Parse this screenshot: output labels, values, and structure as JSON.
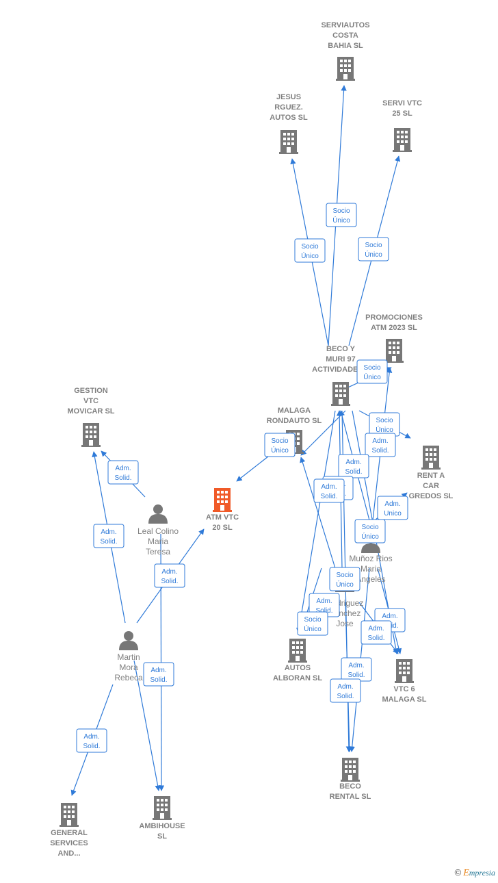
{
  "colors": {
    "edge": "#2f7ad8",
    "node": "#777777",
    "focus": "#f05a28"
  },
  "nodes": [
    {
      "id": "serviautos",
      "type": "company",
      "lines": [
        "SERVIAUTOS",
        "COSTA",
        "BAHIA  SL"
      ]
    },
    {
      "id": "jesus",
      "type": "company",
      "lines": [
        "JESUS",
        "RGUEZ.",
        "AUTOS  SL"
      ]
    },
    {
      "id": "servi25",
      "type": "company",
      "lines": [
        "SERVI VTC",
        "25  SL"
      ]
    },
    {
      "id": "promociones",
      "type": "company",
      "lines": [
        "PROMOCIONES",
        "ATM 2023  SL"
      ]
    },
    {
      "id": "beco_muri",
      "type": "company",
      "lines": [
        "BECO Y",
        "MURI 97",
        "ACTIVIDADES..."
      ]
    },
    {
      "id": "gestion",
      "type": "company",
      "lines": [
        "GESTION",
        "VTC",
        "MOVICAR  SL"
      ]
    },
    {
      "id": "malaga_rondauto",
      "type": "company",
      "lines": [
        "MALAGA",
        "RONDAUTO  SL"
      ]
    },
    {
      "id": "rent_car",
      "type": "company",
      "lines": [
        "RENT A",
        "CAR",
        "GREDOS  SL"
      ]
    },
    {
      "id": "atm",
      "type": "focus",
      "lines": [
        "ATM VTC",
        "20  SL"
      ]
    },
    {
      "id": "leal",
      "type": "person",
      "lines": [
        "Leal Colino",
        "Maria",
        "Teresa"
      ]
    },
    {
      "id": "munoz",
      "type": "person",
      "lines": [
        "Muñoz Rios",
        "Maria",
        "Angeles"
      ]
    },
    {
      "id": "rodriguez",
      "type": "person",
      "lines": [
        "Rodriguez",
        "Sanchez",
        "Jose"
      ]
    },
    {
      "id": "martin",
      "type": "person",
      "lines": [
        "Martin",
        "Mora",
        "Rebeca"
      ]
    },
    {
      "id": "autos_alboran",
      "type": "company",
      "lines": [
        "AUTOS",
        "ALBORAN  SL"
      ]
    },
    {
      "id": "vtc6",
      "type": "company",
      "lines": [
        "VTC 6",
        "MALAGA  SL"
      ]
    },
    {
      "id": "beco_rental",
      "type": "company",
      "lines": [
        "BECO",
        "RENTAL  SL"
      ]
    },
    {
      "id": "general",
      "type": "company",
      "lines": [
        "GENERAL",
        "SERVICES",
        "AND..."
      ]
    },
    {
      "id": "ambihouse",
      "type": "company",
      "lines": [
        "AMBIHOUSE",
        "SL"
      ]
    }
  ],
  "edge_labels": {
    "socio_unico": [
      "Socio",
      "Único"
    ],
    "adm_solid": [
      "Adm.",
      "Solid."
    ],
    "adm_unico": [
      "Adm.",
      "Unico"
    ]
  },
  "edges": [
    {
      "from": "beco_muri",
      "to": "serviautos",
      "label": "socio_unico"
    },
    {
      "from": "beco_muri",
      "to": "jesus",
      "label": "socio_unico"
    },
    {
      "from": "beco_muri",
      "to": "servi25",
      "label": "socio_unico"
    },
    {
      "from": "beco_muri",
      "to": "promociones",
      "label": "socio_unico"
    },
    {
      "from": "beco_muri",
      "to": "rent_car",
      "label": "socio_unico"
    },
    {
      "from": "beco_muri",
      "to": "malaga_rondauto",
      "label": "socio_unico"
    },
    {
      "from": "malaga_rondauto",
      "to": "atm",
      "label": "socio_unico"
    },
    {
      "from": "leal",
      "to": "gestion",
      "label": "adm_solid"
    },
    {
      "from": "martin",
      "to": "gestion",
      "label": "adm_solid"
    },
    {
      "from": "martin",
      "to": "atm",
      "label": "adm_solid"
    },
    {
      "from": "leal",
      "to": "ambihouse",
      "label": "adm_solid"
    },
    {
      "from": "martin",
      "to": "ambihouse",
      "label": "adm_solid"
    },
    {
      "from": "martin",
      "to": "general",
      "label": "adm_solid"
    },
    {
      "from": "munoz",
      "to": "promociones",
      "label": "adm_solid"
    },
    {
      "from": "munoz",
      "to": "beco_muri",
      "label": "adm_solid"
    },
    {
      "from": "munoz",
      "to": "rent_car",
      "label": "adm_unico"
    },
    {
      "from": "munoz",
      "to": "vtc6",
      "label": "adm_solid"
    },
    {
      "from": "munoz",
      "to": "beco_rental",
      "label": "adm_solid"
    },
    {
      "from": "rodriguez",
      "to": "beco_muri",
      "label": "adm_solid"
    },
    {
      "from": "rodriguez",
      "to": "malaga_rondauto",
      "label": "adm_solid"
    },
    {
      "from": "rodriguez",
      "to": "autos_alboran",
      "label": "adm_solid"
    },
    {
      "from": "rodriguez",
      "to": "vtc6",
      "label": "adm_solid"
    },
    {
      "from": "rodriguez",
      "to": "beco_rental",
      "label": "adm_solid"
    },
    {
      "from": "beco_muri",
      "to": "autos_alboran",
      "label": "socio_unico"
    },
    {
      "from": "beco_muri",
      "to": "vtc6",
      "label": "socio_unico"
    },
    {
      "from": "beco_muri",
      "to": "beco_rental",
      "label": "socio_unico"
    }
  ],
  "brand": {
    "copyright": "©",
    "e": "E",
    "rest": "mpresia"
  }
}
